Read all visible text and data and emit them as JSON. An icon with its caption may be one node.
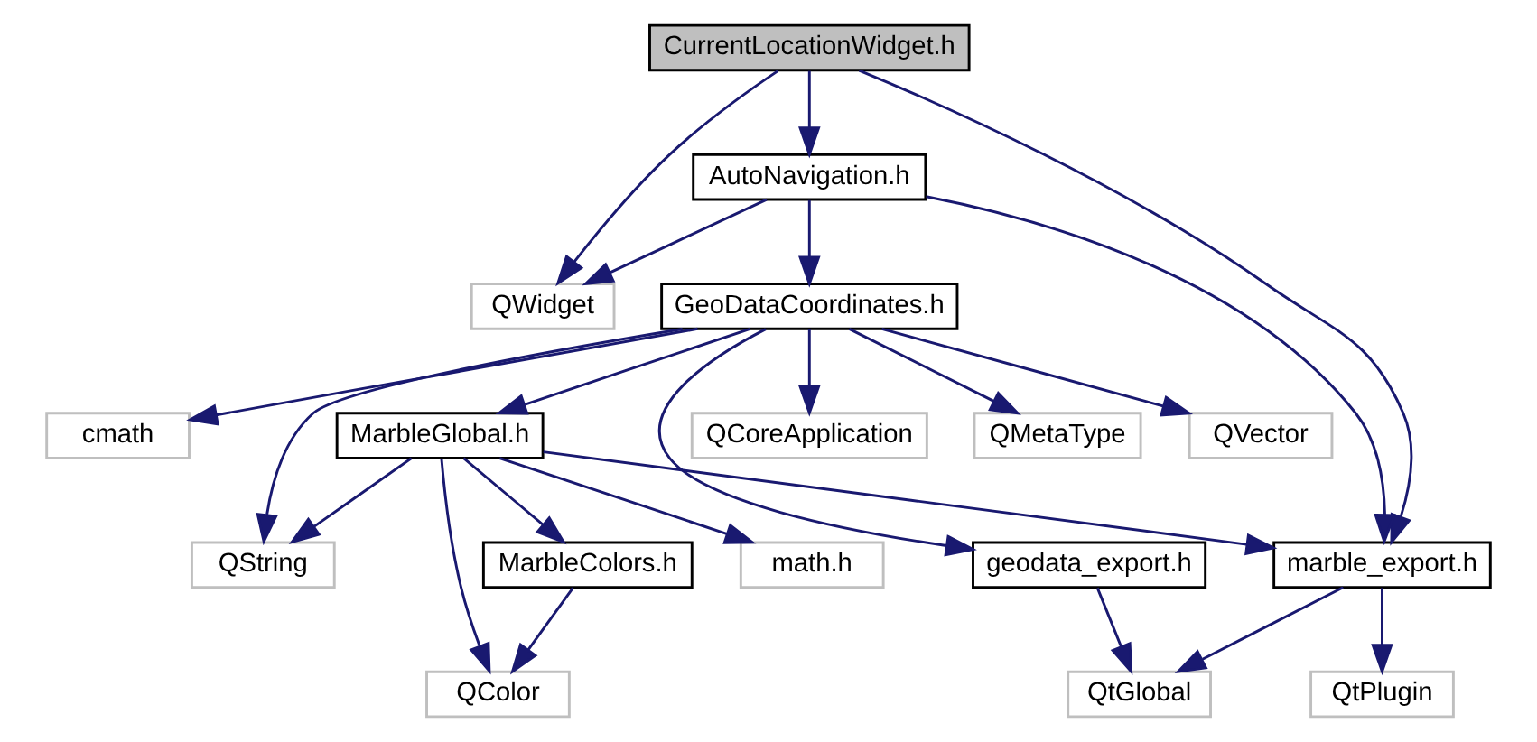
{
  "diagram": {
    "nodes": [
      {
        "text": [
          "CurrentLocationWidget.h"
        ]
      },
      {
        "text": [
          "AutoNavigation.h"
        ]
      },
      {
        "text": [
          "QWidget"
        ]
      },
      {
        "text": [
          "GeoDataCoordinates.h"
        ]
      },
      {
        "text": [
          "MarbleGlobal.h"
        ]
      },
      {
        "text": [
          "QCoreApplication"
        ]
      },
      {
        "text": [
          "QMetaType"
        ]
      },
      {
        "text": [
          "QVector"
        ]
      },
      {
        "text": [
          "cmath"
        ]
      },
      {
        "text": [
          "marble_export.h"
        ]
      },
      {
        "text": [
          "geodata_export.h"
        ]
      },
      {
        "text": [
          "math.h"
        ]
      },
      {
        "text": [
          "MarbleColors.h"
        ]
      },
      {
        "text": [
          "QString"
        ]
      },
      {
        "text": [
          "QtPlugin"
        ]
      },
      {
        "text": [
          "QtGlobal"
        ]
      },
      {
        "text": [
          "QColor"
        ]
      }
    ],
    "edges": [
      {
        "from": 0,
        "to": 9,
        "arrow": "to"
      },
      {
        "from": 0,
        "to": 1,
        "arrow": "to"
      },
      {
        "from": 0,
        "to": 2,
        "arrow": "to"
      },
      {
        "from": 1,
        "to": 9,
        "arrow": "to"
      },
      {
        "from": 1,
        "to": 3,
        "arrow": "to"
      },
      {
        "from": 1,
        "to": 2,
        "arrow": "to"
      },
      {
        "from": 3,
        "to": 4,
        "arrow": "to"
      },
      {
        "from": 3,
        "to": 10,
        "arrow": "to"
      },
      {
        "from": 3,
        "to": 5,
        "arrow": "to"
      },
      {
        "from": 3,
        "to": 6,
        "arrow": "to"
      },
      {
        "from": 3,
        "to": 7,
        "arrow": "to"
      },
      {
        "from": 3,
        "to": 8,
        "arrow": "to"
      },
      {
        "from": 3,
        "to": 13,
        "arrow": "to"
      },
      {
        "from": 4,
        "to": 9,
        "arrow": "to"
      },
      {
        "from": 4,
        "to": 11,
        "arrow": "to"
      },
      {
        "from": 4,
        "to": 16,
        "arrow": "to"
      },
      {
        "from": 4,
        "to": 12,
        "arrow": "to"
      },
      {
        "from": 4,
        "to": 13,
        "arrow": "to"
      },
      {
        "from": 9,
        "to": 14,
        "arrow": "to"
      },
      {
        "from": 9,
        "to": 15,
        "arrow": "to"
      },
      {
        "from": 10,
        "to": 15,
        "arrow": "to"
      },
      {
        "from": 12,
        "to": 16,
        "arrow": "to"
      }
    ]
  }
}
